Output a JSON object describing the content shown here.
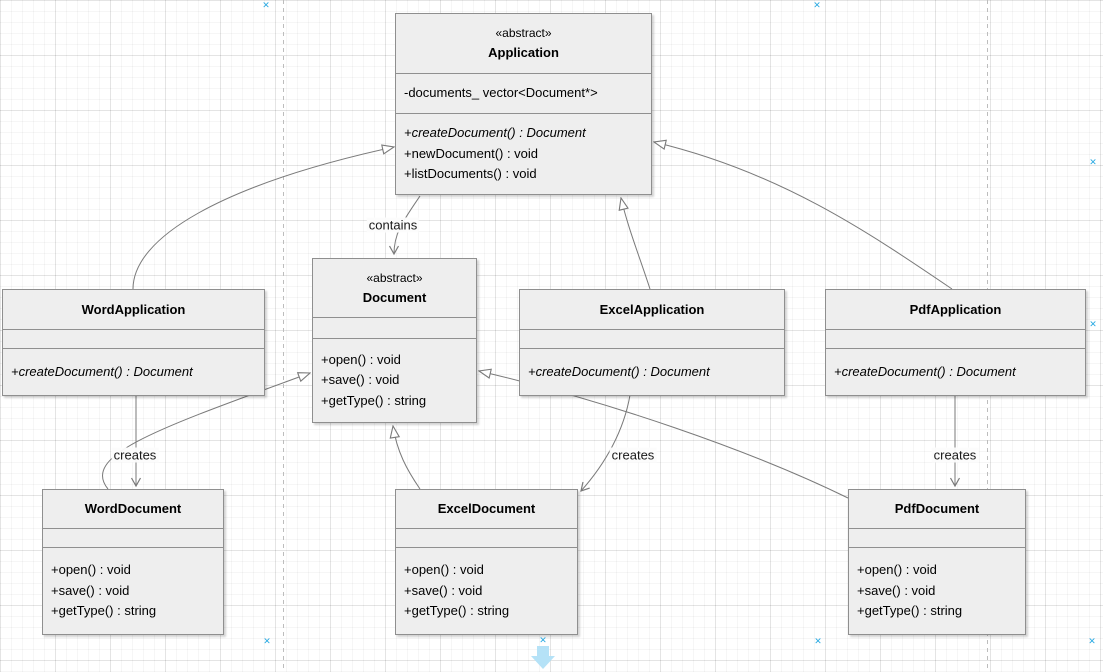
{
  "canvas": {
    "type": "uml-class-diagram",
    "guide_x_symbol": "✕"
  },
  "colors": {
    "box_fill": "#eeeeee",
    "box_border": "#8f8f8f",
    "edge_stroke": "#7a7a7a",
    "guide_blue": "#29a9e2",
    "expand_arrow_blue": "#b5e2f7",
    "text": "#000000"
  },
  "classes": [
    {
      "name": "Application",
      "stereotype": "«abstract»",
      "attributes": [
        "-documents_ vector<Document*>"
      ],
      "methods": [
        "+createDocument() : Document",
        "+newDocument() : void",
        "+listDocuments() : void"
      ]
    },
    {
      "name": "Document",
      "stereotype": "«abstract»",
      "attributes": [],
      "methods": [
        "+open() : void",
        "+save() : void",
        "+getType() : string"
      ]
    },
    {
      "name": "WordApplication",
      "stereotype": "",
      "attributes": [],
      "methods": [
        "+createDocument() : Document"
      ]
    },
    {
      "name": "ExcelApplication",
      "stereotype": "",
      "attributes": [],
      "methods": [
        "+createDocument() : Document"
      ]
    },
    {
      "name": "PdfApplication",
      "stereotype": "",
      "attributes": [],
      "methods": [
        "+createDocument() : Document"
      ]
    },
    {
      "name": "WordDocument",
      "stereotype": "",
      "attributes": [],
      "methods": [
        "+open() : void",
        "+save() : void",
        "+getType() : string"
      ]
    },
    {
      "name": "ExcelDocument",
      "stereotype": "",
      "attributes": [],
      "methods": [
        "+open() : void",
        "+save() : void",
        "+getType() : string"
      ]
    },
    {
      "name": "PdfDocument",
      "stereotype": "",
      "attributes": [],
      "methods": [
        "+open() : void",
        "+save() : void",
        "+getType() : string"
      ]
    }
  ],
  "edges": [
    {
      "from": "WordApplication",
      "to": "Application",
      "type": "generalization",
      "label": ""
    },
    {
      "from": "ExcelApplication",
      "to": "Application",
      "type": "generalization",
      "label": ""
    },
    {
      "from": "PdfApplication",
      "to": "Application",
      "type": "generalization",
      "label": ""
    },
    {
      "from": "Application",
      "to": "Document",
      "type": "directed-association",
      "label": "contains"
    },
    {
      "from": "WordDocument",
      "to": "Document",
      "type": "generalization",
      "label": ""
    },
    {
      "from": "ExcelDocument",
      "to": "Document",
      "type": "generalization",
      "label": ""
    },
    {
      "from": "PdfDocument",
      "to": "Document",
      "type": "generalization",
      "label": ""
    },
    {
      "from": "WordApplication",
      "to": "WordDocument",
      "type": "directed-association",
      "label": "creates"
    },
    {
      "from": "ExcelApplication",
      "to": "ExcelDocument",
      "type": "directed-association",
      "label": "creates"
    },
    {
      "from": "PdfApplication",
      "to": "PdfDocument",
      "type": "directed-association",
      "label": "creates"
    }
  ]
}
